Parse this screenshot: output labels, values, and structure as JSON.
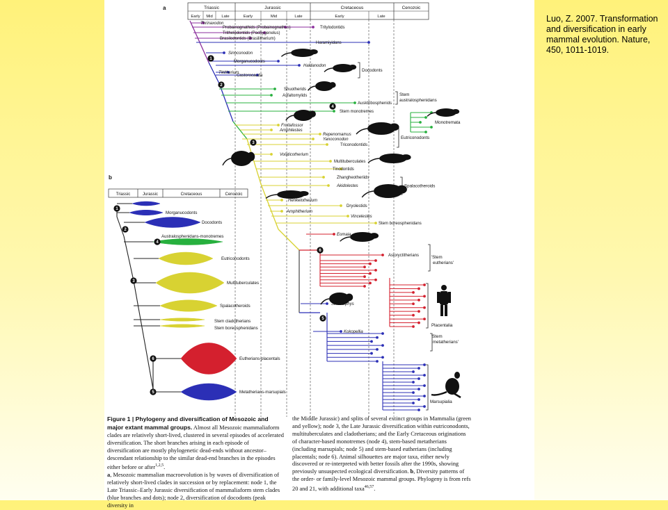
{
  "citation": "Luo, Z. 2007. Transformation and diversification in early mammal evolution. Nature, 450, 1011-1019.",
  "colors": {
    "blue": "#2b2fb6",
    "purple": "#8b2e9c",
    "green": "#27b03e",
    "yellow": "#d8d232",
    "red": "#d4202e",
    "gray": "#555555"
  },
  "panel_a": {
    "label": "a",
    "periods": [
      "Triassic",
      "Jurassic",
      "Cretaceous",
      "Cenozoic"
    ],
    "epochs": [
      "Early",
      "Mid",
      "Late",
      "Early",
      "Mid",
      "Late",
      "Early",
      "Late"
    ],
    "taxa": [
      {
        "name": "Thrinaxodon",
        "italic": true,
        "color": "purple"
      },
      {
        "name": "Probainognathids (Probainognathus)",
        "color": "purple"
      },
      {
        "name": "Tritylodontids",
        "color": "purple"
      },
      {
        "name": "Tritheledontids (Pachygenelus)",
        "color": "purple"
      },
      {
        "name": "Brasilodontids (Brasilitherium)",
        "color": "purple"
      },
      {
        "name": "Haramiyidans",
        "color": "blue"
      },
      {
        "name": "Sinoconodon",
        "italic": true,
        "color": "blue"
      },
      {
        "name": "Morganucodonts",
        "color": "blue"
      },
      {
        "name": "Haldanodon",
        "italic": true,
        "color": "blue"
      },
      {
        "name": "Docodonts",
        "color": "blue"
      },
      {
        "name": "Castorocauda",
        "italic": true,
        "color": "blue"
      },
      {
        "name": "Tikitherium",
        "italic": true,
        "color": "blue"
      },
      {
        "name": "Shuotherids",
        "color": "green"
      },
      {
        "name": "Asfaltomylids",
        "color": "green"
      },
      {
        "name": "Ausktribosphenids",
        "color": "green"
      },
      {
        "name": "Stem australosphenidans",
        "color": "green"
      },
      {
        "name": "Stem monotremes",
        "color": "green"
      },
      {
        "name": "Monotremata",
        "color": "green"
      },
      {
        "name": "Fruitafossor",
        "italic": true,
        "color": "yellow"
      },
      {
        "name": "Amphilestes",
        "italic": true,
        "color": "yellow"
      },
      {
        "name": "Repenomamus",
        "italic": true,
        "color": "yellow"
      },
      {
        "name": "Yanoconodon",
        "italic": true,
        "color": "yellow"
      },
      {
        "name": "Triconodontids",
        "color": "yellow"
      },
      {
        "name": "Eutriconodonts",
        "color": "yellow"
      },
      {
        "name": "Volaticotherium",
        "italic": true,
        "color": "yellow"
      },
      {
        "name": "Multituberculates",
        "color": "yellow"
      },
      {
        "name": "Tinodontids",
        "color": "yellow"
      },
      {
        "name": "Zhangheotheriids",
        "color": "yellow"
      },
      {
        "name": "Akidolestes",
        "italic": true,
        "color": "yellow"
      },
      {
        "name": "Spalacotheroids",
        "color": "yellow"
      },
      {
        "name": "Henkelotherium",
        "italic": true,
        "color": "yellow"
      },
      {
        "name": "Dryolestids",
        "color": "yellow"
      },
      {
        "name": "Amphitherium",
        "italic": true,
        "color": "yellow"
      },
      {
        "name": "Vincelestes",
        "italic": true,
        "color": "yellow"
      },
      {
        "name": "Stem boreosphenidans",
        "color": "yellow"
      },
      {
        "name": "Eomaia",
        "italic": true,
        "color": "red"
      },
      {
        "name": "Asioryctitherians",
        "color": "red"
      },
      {
        "name": "'Stem eutherians'",
        "color": "red"
      },
      {
        "name": "Placentalia",
        "color": "red"
      },
      {
        "name": "Sinodelphys",
        "italic": true,
        "color": "blue"
      },
      {
        "name": "Kokopellia",
        "italic": true,
        "color": "blue"
      },
      {
        "name": "'Stem metatherians'",
        "color": "blue"
      },
      {
        "name": "Marsupialia",
        "color": "blue"
      }
    ],
    "nodes": [
      "1",
      "2",
      "3",
      "4",
      "5",
      "6"
    ]
  },
  "panel_b": {
    "label": "b",
    "periods": [
      "Triassic",
      "Jurassic",
      "Cretaceous",
      "Cenozoic"
    ],
    "clades": [
      {
        "name": "",
        "color": "blue"
      },
      {
        "name": "Morganucodonts",
        "color": "blue"
      },
      {
        "name": "Docodonts",
        "color": "blue"
      },
      {
        "name": "Australosphenidans-monotremes",
        "color": "green"
      },
      {
        "name": "Eutriconodonts",
        "color": "yellow"
      },
      {
        "name": "Multituberculates",
        "color": "yellow"
      },
      {
        "name": "Spalacotheroids",
        "color": "yellow"
      },
      {
        "name": "Stem cladotherians",
        "color": "yellow"
      },
      {
        "name": "Stem boreosphenidans",
        "color": "yellow"
      },
      {
        "name": "Eutherians-placentals",
        "color": "red"
      },
      {
        "name": "Metatherians-marsupials",
        "color": "blue"
      }
    ],
    "nodes": [
      "1",
      "2",
      "3",
      "4",
      "5",
      "6"
    ]
  },
  "caption": {
    "heading": "Figure 1 | Phylogeny and diversification of Mesozoic and major extant mammal groups.",
    "left": "Almost all Mesozoic mammaliaform clades are relatively short-lived, clustered in several episodes of accelerated diversification. The short branches arising in each episode of diversification are mostly phylogenetic dead-ends without ancestor–descendant relationship to the similar dead-end branches in the episodes either before or after",
    "left_refs": "1,2,5",
    "left2": "Mesozoic mammalian macroevolution is by waves of diversification of relatively short-lived clades in succession or by replacement: node 1, the Late Triassic–Early Jurassic diversification of mammaliaform stem clades (blue branches and dots); node 2, diversification of docodonts (peak diversity in",
    "right": "the Middle Jurassic) and splits of several extinct groups in Mammalia (green and yellow); node 3, the Late Jurassic diversification within eutriconodonts, multituberculates and cladotherians; and the Early Cretaceous originations of character-based monotremes (node 4), stem-based metatherians (including marsupials; node 5) and stem-based eutherians (including placentals; node 6). Animal silhouettes are major taxa, either newly discovered or re-interpreted with better fossils after the 1990s, showing previously unsuspected ecological diversification.",
    "right2": "Diversity patterns of the order- or family-level Mesozoic mammal groups. Phylogeny is from refs 20 and 21, with additional taxa",
    "right_refs": "46,57"
  }
}
